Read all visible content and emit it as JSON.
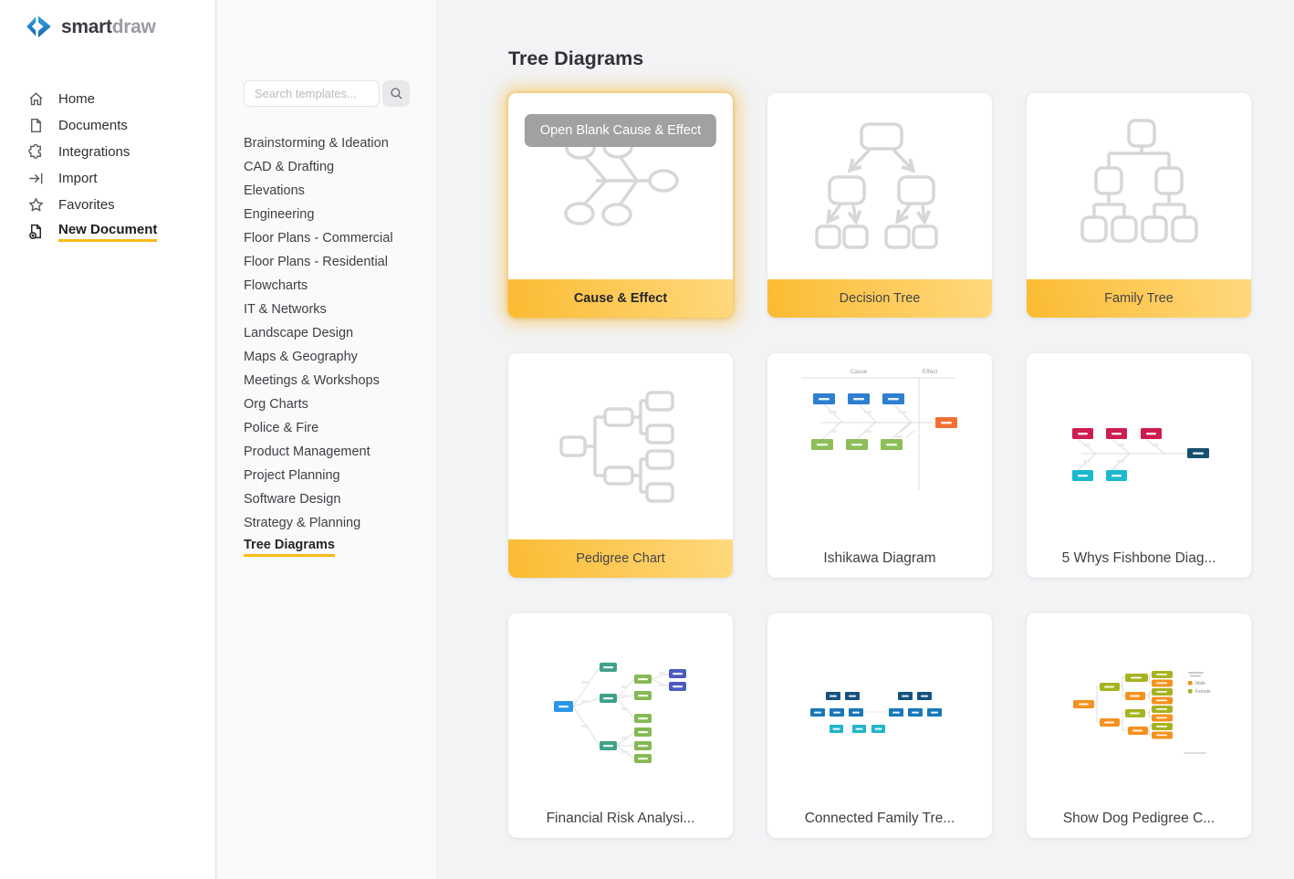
{
  "brand": {
    "logo_text_primary": "smart",
    "logo_text_secondary": "draw",
    "logo_icon": "smartdraw-diamond-icon"
  },
  "sidebar": {
    "items": [
      {
        "label": "Home",
        "icon": "home-icon",
        "active": false
      },
      {
        "label": "Documents",
        "icon": "document-icon",
        "active": false
      },
      {
        "label": "Integrations",
        "icon": "puzzle-icon",
        "active": false
      },
      {
        "label": "Import",
        "icon": "import-arrow-icon",
        "active": false
      },
      {
        "label": "Favorites",
        "icon": "star-icon",
        "active": false
      },
      {
        "label": "New Document",
        "icon": "new-document-icon",
        "active": true
      }
    ]
  },
  "category_panel": {
    "search": {
      "placeholder": "Search templates...",
      "button_icon": "search-icon"
    },
    "items": [
      {
        "label": "Brainstorming & Ideation",
        "active": false
      },
      {
        "label": "CAD & Drafting",
        "active": false
      },
      {
        "label": "Elevations",
        "active": false
      },
      {
        "label": "Engineering",
        "active": false
      },
      {
        "label": "Floor Plans - Commercial",
        "active": false
      },
      {
        "label": "Floor Plans - Residential",
        "active": false
      },
      {
        "label": "Flowcharts",
        "active": false
      },
      {
        "label": "IT & Networks",
        "active": false
      },
      {
        "label": "Landscape Design",
        "active": false
      },
      {
        "label": "Maps & Geography",
        "active": false
      },
      {
        "label": "Meetings & Workshops",
        "active": false
      },
      {
        "label": "Org Charts",
        "active": false
      },
      {
        "label": "Police & Fire",
        "active": false
      },
      {
        "label": "Product Management",
        "active": false
      },
      {
        "label": "Project Planning",
        "active": false
      },
      {
        "label": "Software Design",
        "active": false
      },
      {
        "label": "Strategy & Planning",
        "active": false
      },
      {
        "label": "Tree Diagrams",
        "active": true
      }
    ]
  },
  "main": {
    "title": "Tree Diagrams",
    "cards": [
      {
        "label": "Cause & Effect",
        "footer_style": "yellow",
        "thumb": "cause-effect-fishbone",
        "hovered": true,
        "hover_button_label": "Open Blank Cause & Effect"
      },
      {
        "label": "Decision Tree",
        "footer_style": "yellow",
        "thumb": "decision-tree"
      },
      {
        "label": "Family Tree",
        "footer_style": "yellow",
        "thumb": "family-tree"
      },
      {
        "label": "Pedigree Chart",
        "footer_style": "yellow",
        "thumb": "pedigree-chart"
      },
      {
        "label": "Ishikawa Diagram",
        "footer_style": "plain",
        "thumb": "ishikawa-diagram",
        "thumb_text": {
          "cause": "Cause",
          "effect": "Effect"
        }
      },
      {
        "label": "5 Whys Fishbone Diag...",
        "footer_style": "plain",
        "thumb": "five-whys-fishbone"
      },
      {
        "label": "Financial Risk Analysi...",
        "footer_style": "plain",
        "thumb": "financial-risk-tree"
      },
      {
        "label": "Connected Family Tre...",
        "footer_style": "plain",
        "thumb": "connected-family-tree"
      },
      {
        "label": "Show Dog Pedigree C...",
        "footer_style": "plain",
        "thumb": "show-dog-pedigree",
        "legend": {
          "male": "Male",
          "female": "Female"
        }
      }
    ]
  },
  "colors": {
    "accent_yellow": "#FBB917",
    "footer_gradient": [
      "#FBBB32",
      "#FFD97E"
    ],
    "brand_blue_light": "#33A3E0",
    "brand_blue_dark": "#1767B0",
    "thumb_outline_gray": "#D7D7D9",
    "hover_button_gray": "#A1A1A3",
    "main_background": "#F2F3F5",
    "panel_background": "#FAFAFB",
    "ishikawa": {
      "blue": "#2D7FD0",
      "green": "#8CBF56",
      "orange": "#F17135"
    },
    "five_whys": {
      "crimson": "#CE1D50",
      "cyan": "#1BB9CD",
      "navy": "#17506F"
    },
    "financial_risk": {
      "blue": "#2B96E8",
      "teal": "#3FA189",
      "green": "#85B954",
      "indigo": "#4B5BC3"
    },
    "connected_family": {
      "navy": "#15537F",
      "blue": "#1878BA",
      "cyan": "#23B5C9"
    },
    "show_dog": {
      "orange": "#F5921E",
      "olive": "#A7B31E"
    }
  }
}
